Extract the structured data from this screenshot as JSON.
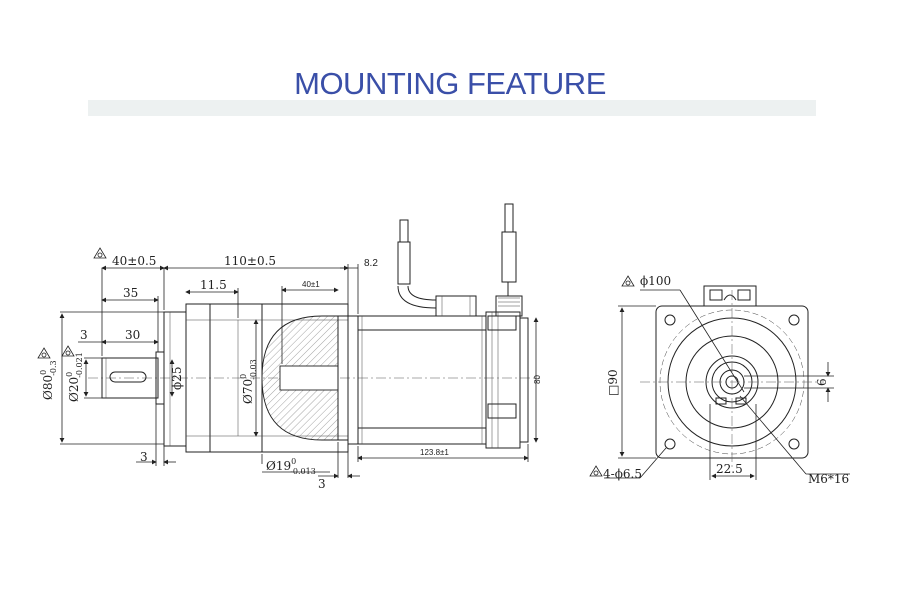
{
  "title": "MOUNTING FEATURE",
  "side_view": {
    "dim_40": "40±0.5",
    "dim_110": "110±0.5",
    "dim_8_2": "8.2",
    "dim_35": "35",
    "dim_11_5": "11.5",
    "dim_40_1": "40±1",
    "dim_3_top": "3",
    "dim_30": "30",
    "dim_25": "ϕ25",
    "dim_80": "Ø80",
    "dim_80_tol_top": "0",
    "dim_80_tol_bot": "-0.3",
    "dim_20": "Ø20",
    "dim_20_tol_top": "0",
    "dim_20_tol_bot": "-0.021",
    "dim_70": "Ø70",
    "dim_70_tol_top": "0",
    "dim_70_tol_bot": "-0.03",
    "dim_19": "Ø19",
    "dim_19_tol_top": "0",
    "dim_19_tol_bot": "-0.013",
    "dim_3_bottom_left": "3",
    "dim_3_bottom_mid": "3",
    "dim_123_8": "123.8±1",
    "dim_80_motor": "80"
  },
  "front_view": {
    "dim_100": "ϕ100",
    "dim_90": "□90",
    "dim_6": "6",
    "dim_22_5": "22.5",
    "dim_holes": "4-ϕ6.5",
    "dim_thread": "M6*16"
  }
}
